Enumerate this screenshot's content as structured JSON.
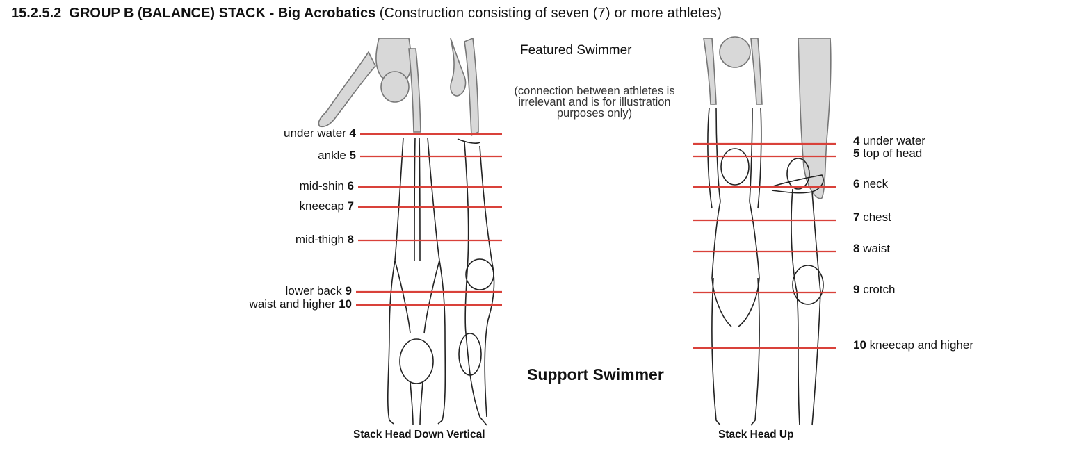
{
  "heading": {
    "number_bold": "15.2.5.2",
    "title_bold": "GROUP B (BALANCE) STACK - Big Acrobatics",
    "title_rest": "(Construction consisting of seven (7) or more athletes)"
  },
  "featured_label": "Featured Swimmer",
  "featured_note": "(connection between athletes is irrelevant and is for illustration purposes only)",
  "support_label": "Support Swimmer",
  "captions": {
    "head_down": "Stack Head Down Vertical",
    "head_up": "Stack Head Up"
  },
  "head_down_levels": [
    {
      "name": "under water",
      "num": "4"
    },
    {
      "name": "ankle",
      "num": "5"
    },
    {
      "name": "mid-shin",
      "num": "6"
    },
    {
      "name": "kneecap",
      "num": "7"
    },
    {
      "name": "mid-thigh",
      "num": "8"
    },
    {
      "name": "lower back",
      "num": "9"
    },
    {
      "name": "waist and higher",
      "num": "10"
    }
  ],
  "head_up_levels": [
    {
      "name": "under water",
      "num": "4"
    },
    {
      "name": "top of head",
      "num": "5"
    },
    {
      "name": "neck",
      "num": "6"
    },
    {
      "name": "chest",
      "num": "7"
    },
    {
      "name": "waist",
      "num": "8"
    },
    {
      "name": "crotch",
      "num": "9"
    },
    {
      "name": "kneecap and higher",
      "num": "10"
    }
  ],
  "colors": {
    "level_line": "#d9413a",
    "featured_fill": "#d8d8d8",
    "outline": "#222222"
  }
}
